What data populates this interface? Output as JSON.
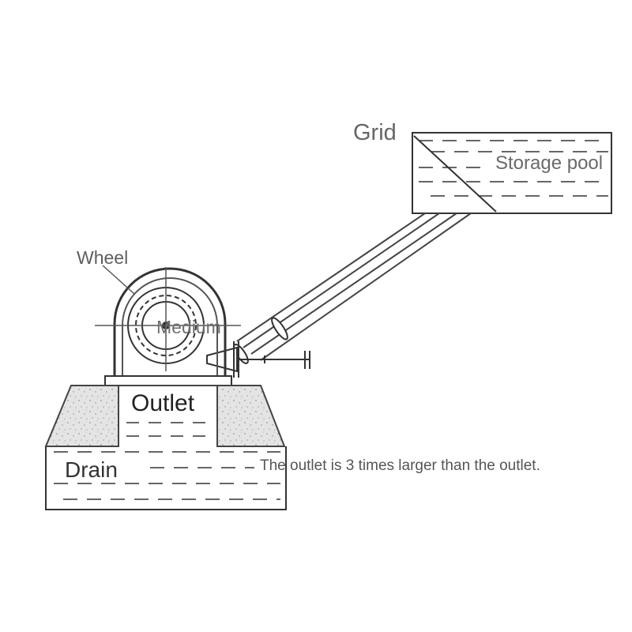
{
  "labels": {
    "grid": "Grid",
    "storage_pool": "Storage pool",
    "wheel": "Wheel",
    "medium": "Medium",
    "outlet": "Outlet",
    "drain": "Drain",
    "note": "The outlet is 3 times larger than the outlet."
  },
  "colors": {
    "line": "#333333",
    "dash": "#666666",
    "concrete": "#d8d8d8",
    "water_text": "#555555"
  }
}
